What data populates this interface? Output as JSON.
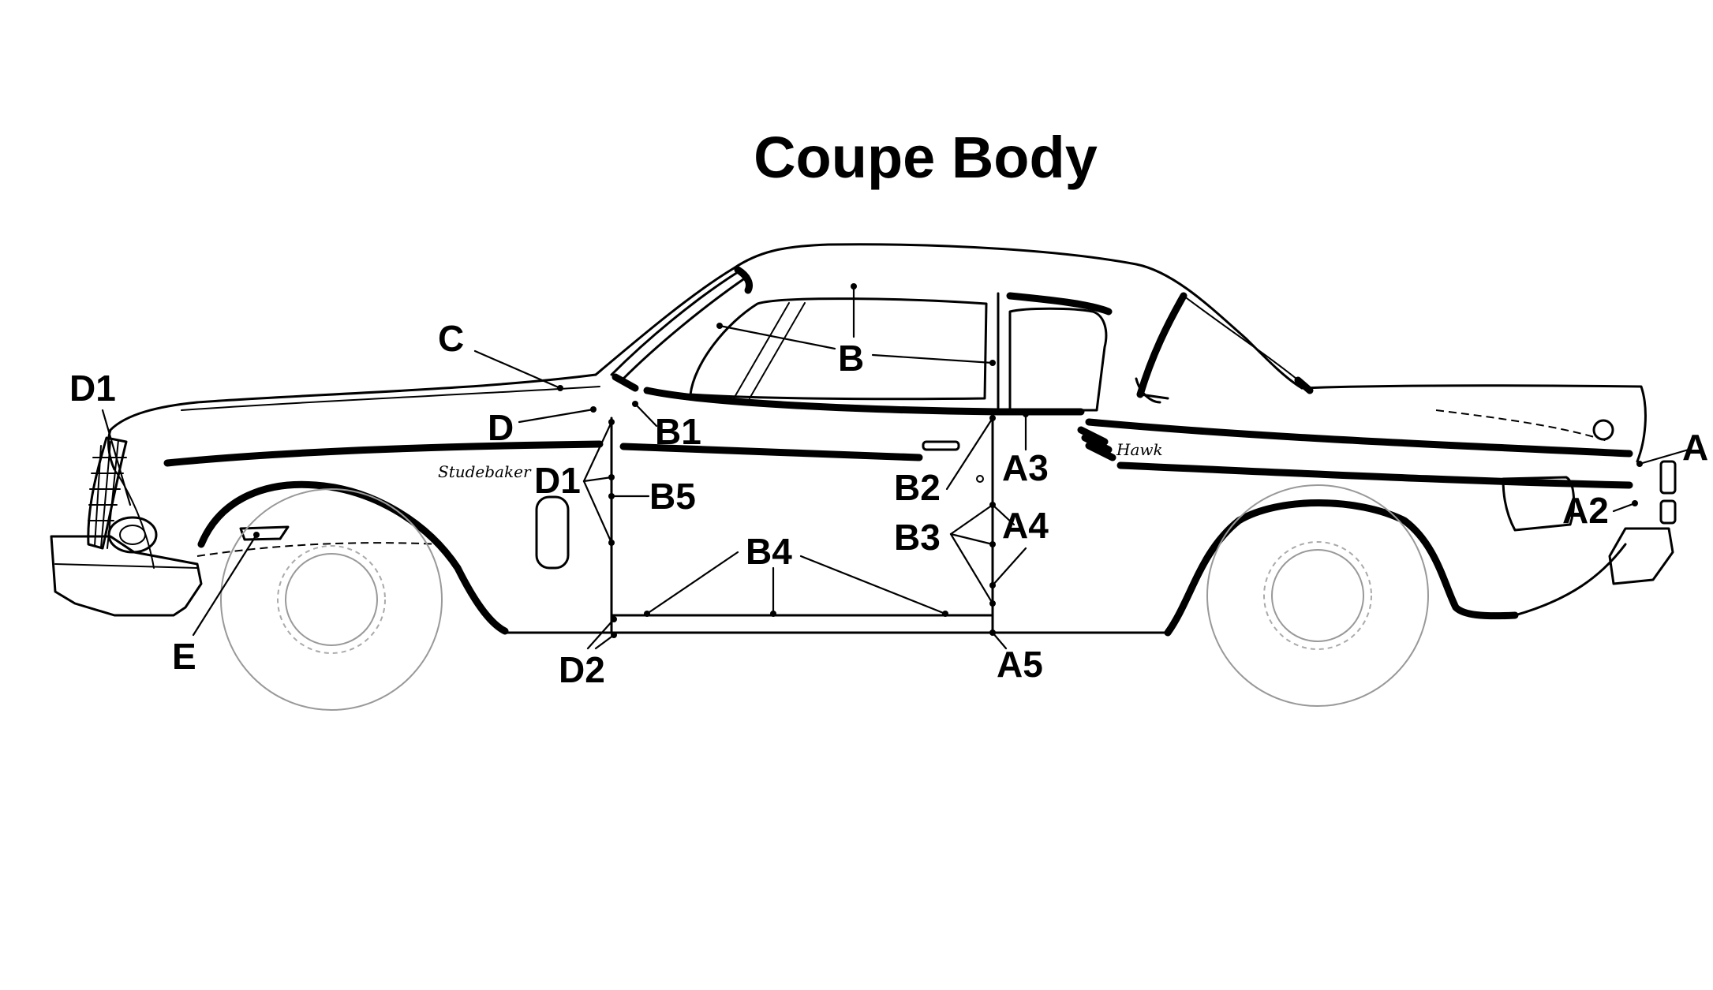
{
  "title": "Coupe Body",
  "emblems": {
    "studebaker_script": "Studebaker",
    "hawk_script": "Hawk"
  },
  "callouts": [
    {
      "key": "C",
      "text": "C"
    },
    {
      "key": "D1_front",
      "text": "D1"
    },
    {
      "key": "D",
      "text": "D"
    },
    {
      "key": "B1",
      "text": "B1"
    },
    {
      "key": "B",
      "text": "B"
    },
    {
      "key": "D1_door",
      "text": "D1"
    },
    {
      "key": "B5",
      "text": "B5"
    },
    {
      "key": "B2",
      "text": "B2"
    },
    {
      "key": "A3",
      "text": "A3"
    },
    {
      "key": "B3",
      "text": "B3"
    },
    {
      "key": "A4",
      "text": "A4"
    },
    {
      "key": "B4",
      "text": "B4"
    },
    {
      "key": "D2",
      "text": "D2"
    },
    {
      "key": "A5",
      "text": "A5"
    },
    {
      "key": "E",
      "text": "E"
    },
    {
      "key": "A",
      "text": "A"
    },
    {
      "key": "A2",
      "text": "A2"
    }
  ]
}
